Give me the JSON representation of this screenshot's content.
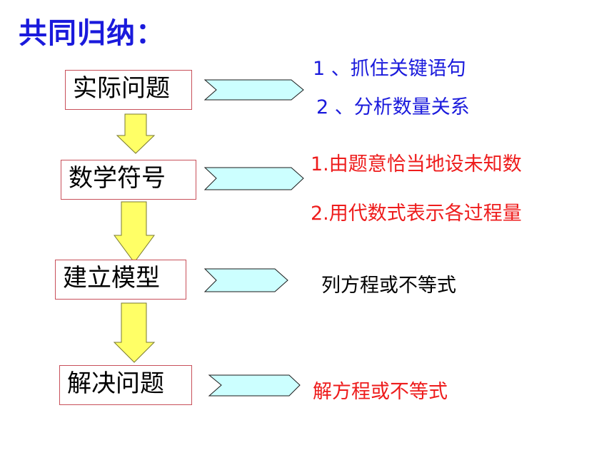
{
  "title": "共同归纳：",
  "steps": [
    {
      "label": "实际问题",
      "notes": [
        "1 、抓住关键语句",
        "2 、分析数量关系"
      ]
    },
    {
      "label": "数学符号",
      "notes": [
        "1.由题意恰当地设未知数",
        "2.用代数式表示各过程量"
      ]
    },
    {
      "label": "建立模型",
      "notes": [
        "列方程或不等式"
      ]
    },
    {
      "label": "解决问题",
      "notes": [
        "解方程或不等式"
      ]
    }
  ],
  "colors": {
    "title": "#1a1adc",
    "box_border": "#c8505a",
    "down_arrow_fill": "#ffff66",
    "right_arrow_fill": "#ccffff"
  }
}
